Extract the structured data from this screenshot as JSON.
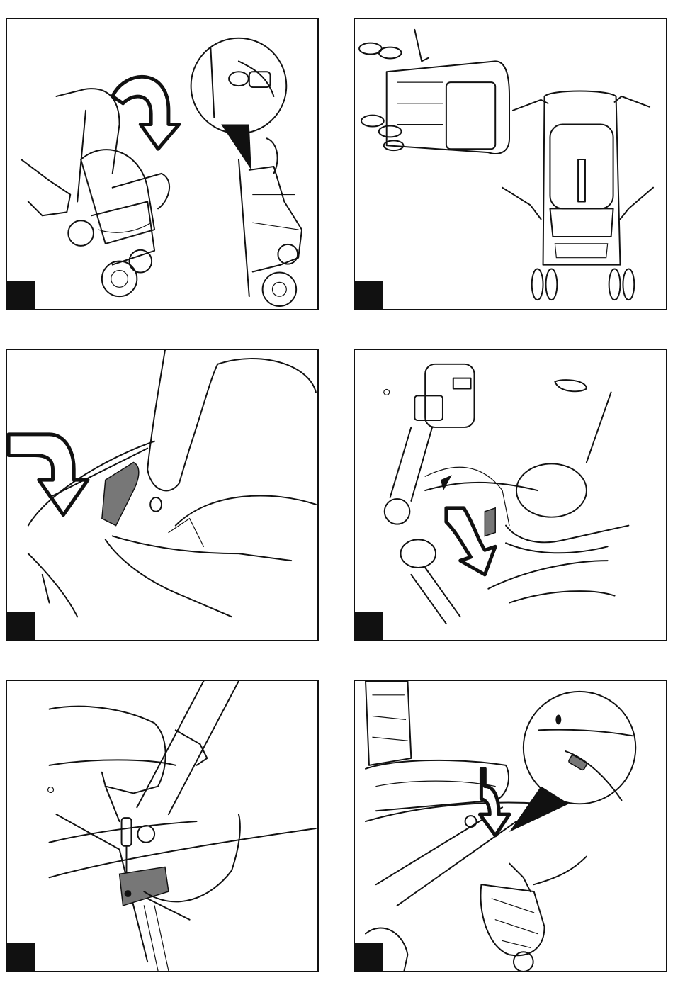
{
  "panels": [
    {
      "id": "p1",
      "badge": ""
    },
    {
      "id": "p2",
      "badge": ""
    },
    {
      "id": "p3",
      "badge": ""
    },
    {
      "id": "p4",
      "badge": ""
    },
    {
      "id": "p5",
      "badge": ""
    },
    {
      "id": "p6",
      "badge": ""
    }
  ]
}
